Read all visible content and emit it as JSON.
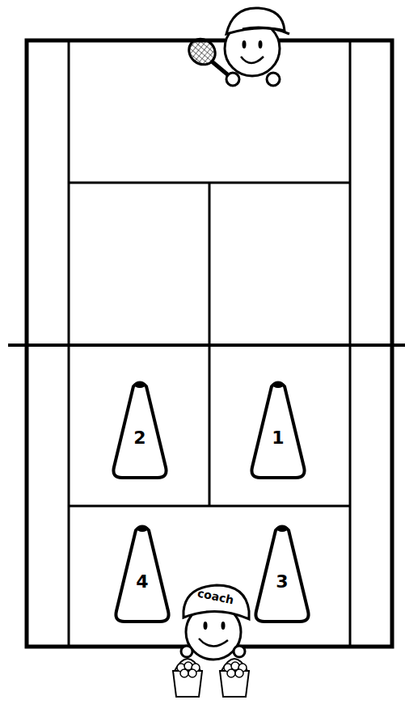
{
  "diagram": {
    "nodes": [
      {
        "text": [
          "2"
        ]
      },
      {
        "text": [
          "1"
        ]
      },
      {
        "text": [
          "4"
        ]
      },
      {
        "text": [
          "coach"
        ]
      },
      {
        "text": [
          "3"
        ]
      }
    ]
  }
}
